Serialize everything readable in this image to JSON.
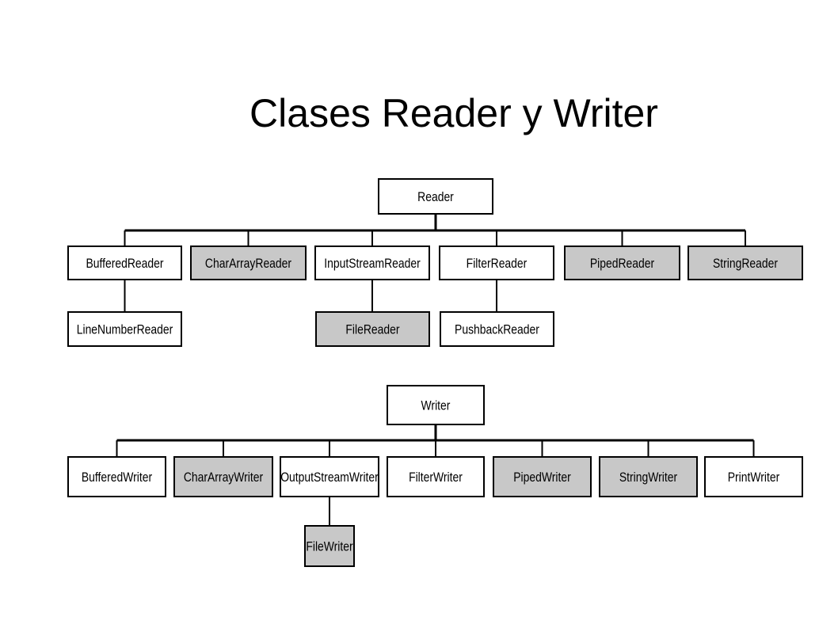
{
  "title": "Clases Reader y Writer",
  "colors": {
    "plain_fill": "#ffffff",
    "highlight_fill": "#c8c8c8",
    "stroke": "#000000"
  },
  "reader": {
    "root": "Reader",
    "children": [
      {
        "label": "BufferedReader",
        "highlight": false
      },
      {
        "label": "CharArrayReader",
        "highlight": true
      },
      {
        "label": "InputStreamReader",
        "highlight": false
      },
      {
        "label": "FilterReader",
        "highlight": false
      },
      {
        "label": "PipedReader",
        "highlight": true
      },
      {
        "label": "StringReader",
        "highlight": true
      }
    ],
    "grandchildren": [
      {
        "label": "LineNumberReader",
        "highlight": false,
        "parent": "BufferedReader"
      },
      {
        "label": "FileReader",
        "highlight": true,
        "parent": "InputStreamReader"
      },
      {
        "label": "PushbackReader",
        "highlight": false,
        "parent": "FilterReader"
      }
    ]
  },
  "writer": {
    "root": "Writer",
    "children": [
      {
        "label": "BufferedWriter",
        "highlight": false
      },
      {
        "label": "CharArrayWriter",
        "highlight": true
      },
      {
        "label": "OutputStreamWriter",
        "highlight": false
      },
      {
        "label": "FilterWriter",
        "highlight": false
      },
      {
        "label": "PipedWriter",
        "highlight": true
      },
      {
        "label": "StringWriter",
        "highlight": true
      },
      {
        "label": "PrintWriter",
        "highlight": false
      }
    ],
    "grandchildren": [
      {
        "label": "FileWriter",
        "highlight": true,
        "parent": "OutputStreamWriter"
      }
    ]
  }
}
